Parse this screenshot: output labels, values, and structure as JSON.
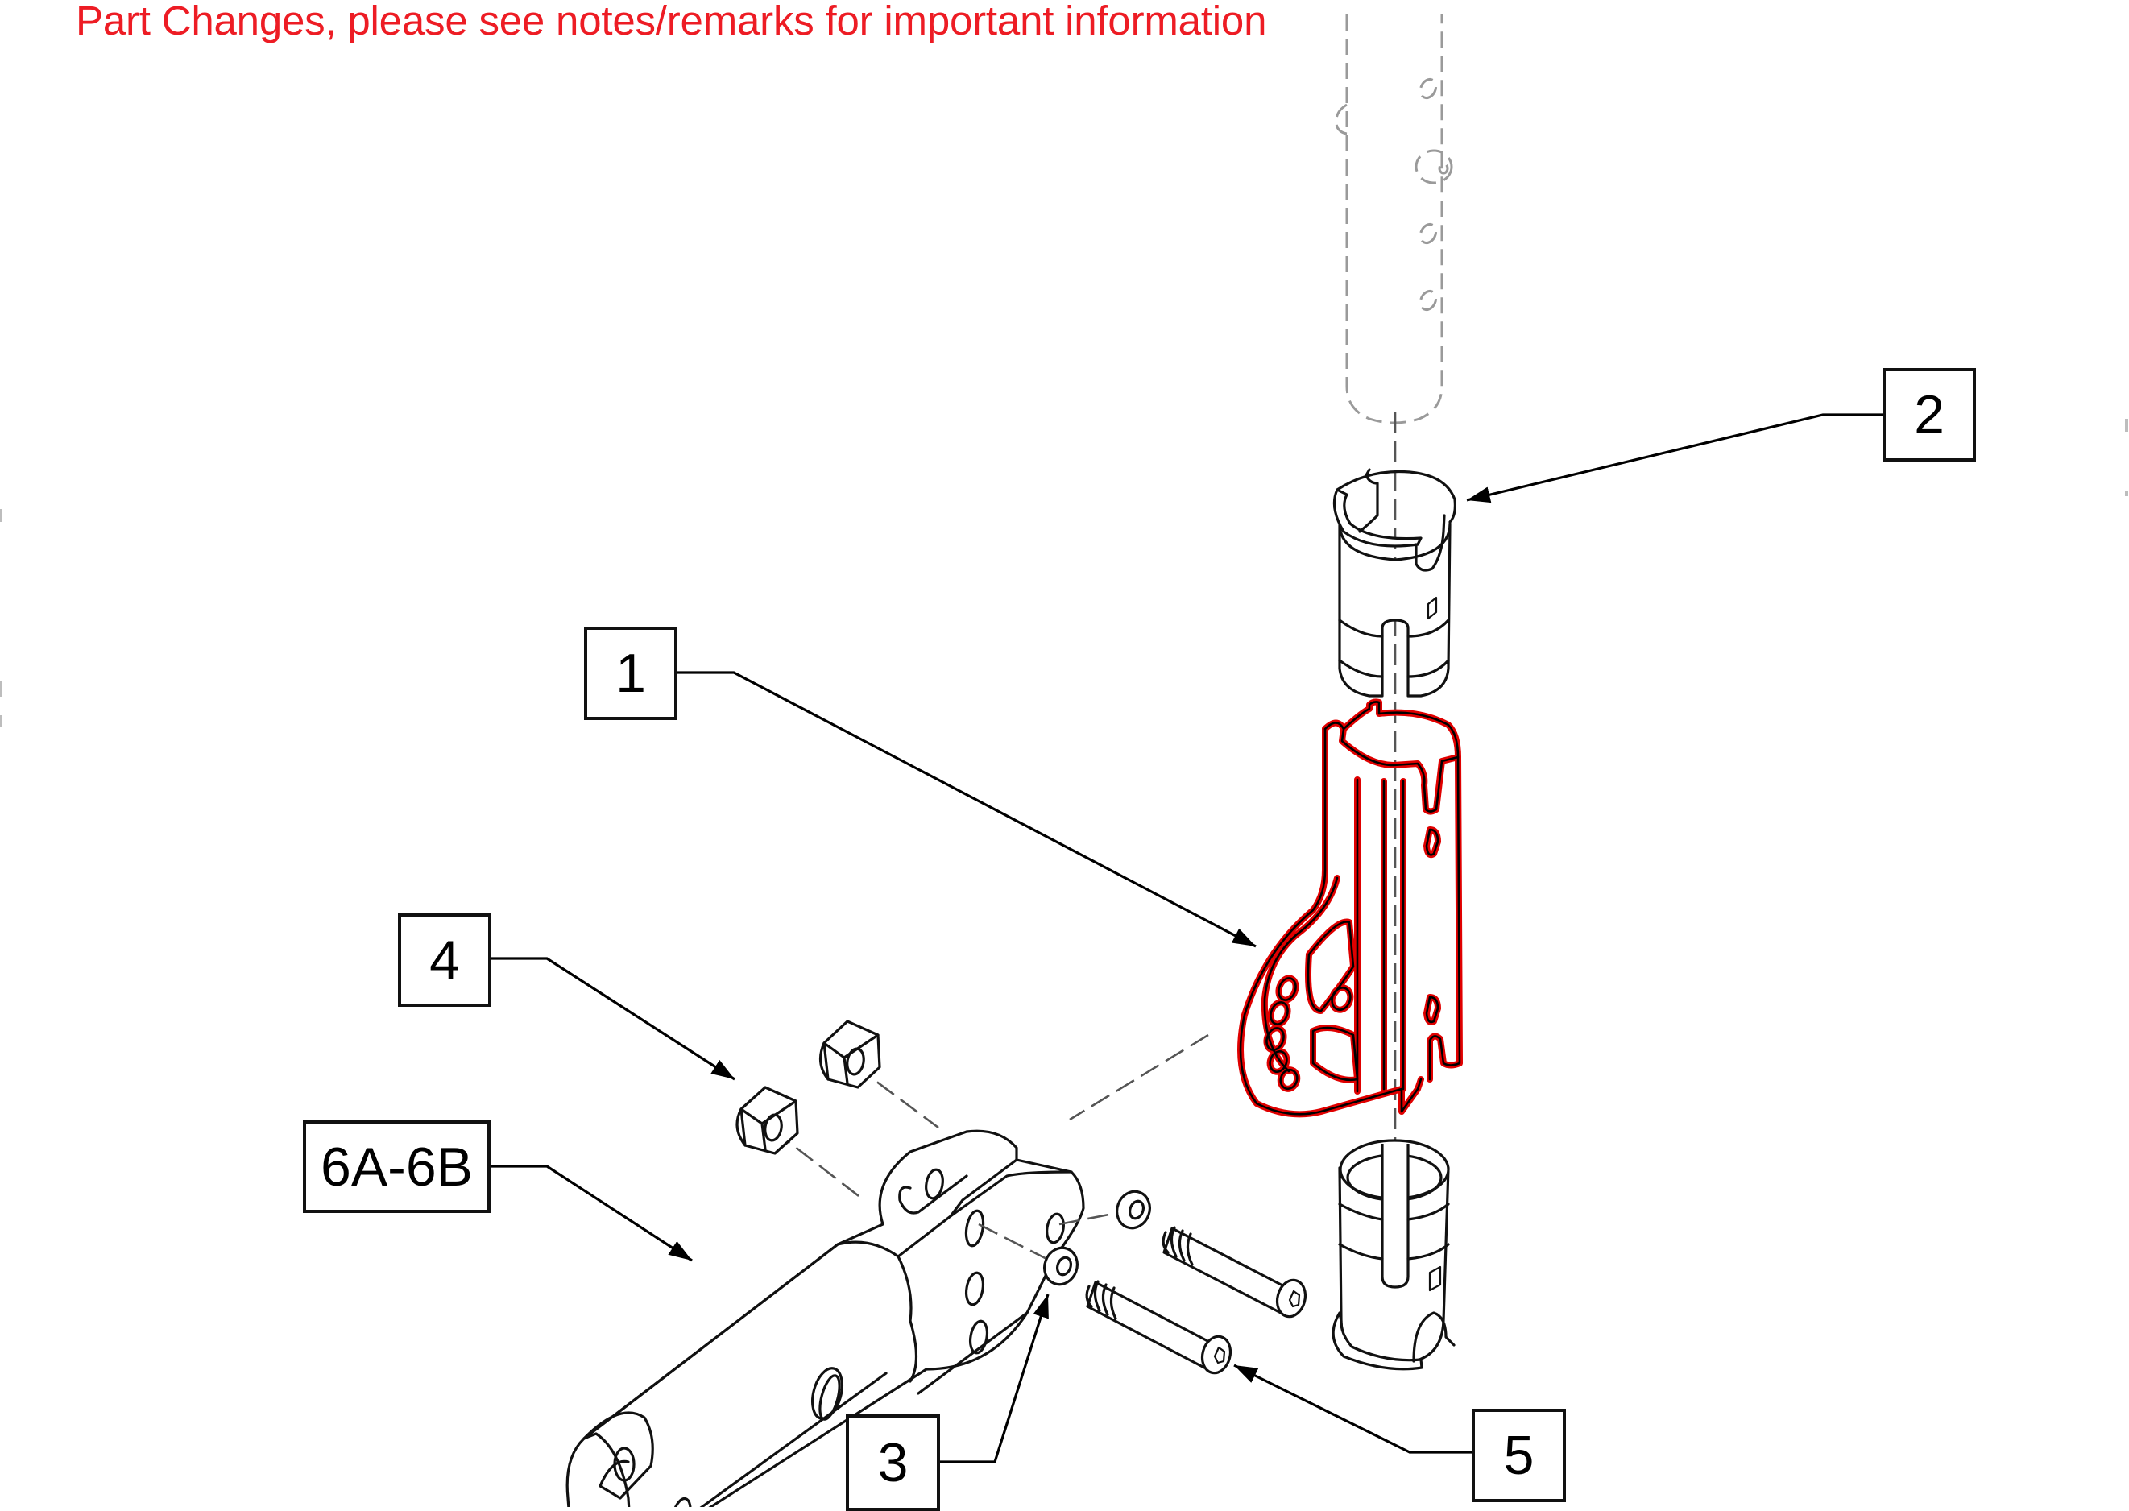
{
  "notice": {
    "text": "Part Changes, please see notes/remarks for important information",
    "color": "#ED1C24"
  },
  "callouts": [
    {
      "id": "1",
      "label": "1",
      "part": "highlighted-bracket"
    },
    {
      "id": "2",
      "label": "2",
      "part": "upper-sleeve"
    },
    {
      "id": "3",
      "label": "3",
      "part": "washer"
    },
    {
      "id": "4",
      "label": "4",
      "part": "hex-nut"
    },
    {
      "id": "5",
      "label": "5",
      "part": "button-head-screw"
    },
    {
      "id": "6A-6B",
      "label": "6A-6B",
      "part": "arm-assembly"
    }
  ],
  "colors": {
    "highlight": "#E00000",
    "ink": "#111111",
    "ghost": "#9a9a9a"
  }
}
